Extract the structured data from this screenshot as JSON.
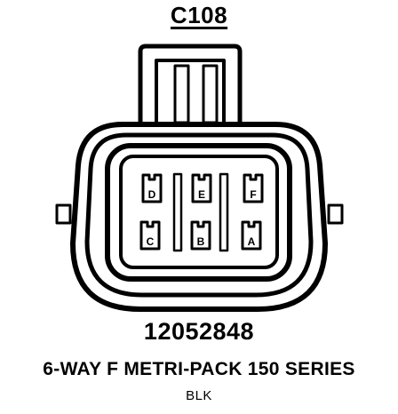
{
  "connector": {
    "id": "C108",
    "part_number": "12052848",
    "description": "6-WAY F METRI-PACK 150 SERIES",
    "color": "BLK",
    "terminals": [
      {
        "label": "D"
      },
      {
        "label": "E"
      },
      {
        "label": "F"
      },
      {
        "label": "C"
      },
      {
        "label": "B"
      },
      {
        "label": "A"
      }
    ]
  }
}
